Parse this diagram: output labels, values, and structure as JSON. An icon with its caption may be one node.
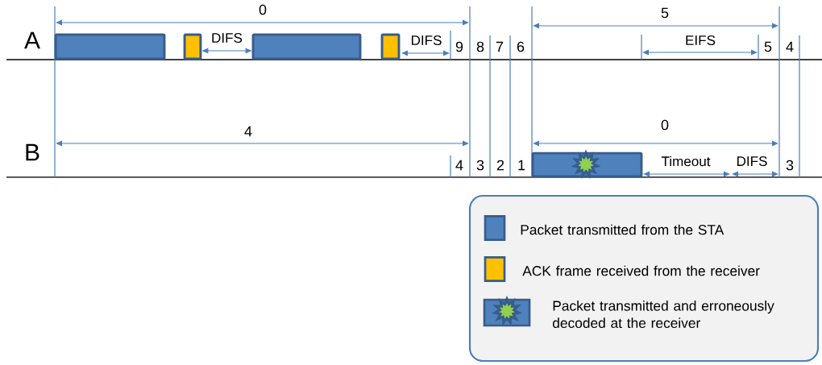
{
  "diagram": {
    "nodes": [
      {
        "text": [],
        "shape": "box"
      },
      {
        "text": [],
        "shape": "box"
      },
      {
        "text": [],
        "shape": "box"
      },
      {
        "text": [],
        "shape": "box"
      },
      {
        "text": [],
        "shape": "box"
      }
    ],
    "edges": [
      {
        "from": 1,
        "to": 2,
        "arrow": "both",
        "label": "DIFS"
      }
    ],
    "labels": [
      "A",
      "0",
      "DIFS",
      "9",
      "8",
      "7",
      "6",
      "5",
      "EIFS",
      "5",
      "4",
      "B",
      "4",
      "0",
      "4",
      "3",
      "2",
      "1",
      "Timeout",
      "DIFS",
      "3"
    ],
    "legend": [
      {
        "text": "Packet transmitted from the STA",
        "color": "#4f81bd"
      },
      {
        "text": "ACK frame received from the receiver",
        "color": "#ffc000"
      },
      {
        "text": "Packet transmitted and erroneously decoded at the receiver"
      }
    ]
  }
}
